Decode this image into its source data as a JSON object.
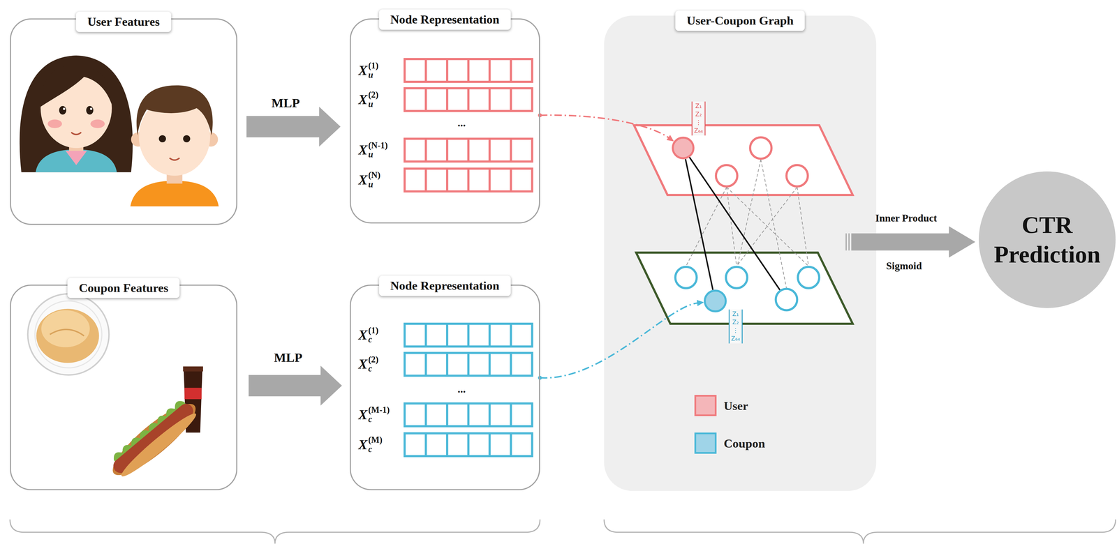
{
  "diagram": {
    "nodes": [
      {
        "text": [
          "User Features"
        ]
      },
      {
        "text": [
          "Node Representation"
        ]
      },
      {
        "text": [
          "User-Coupon Graph"
        ]
      },
      {
        "text": [
          "Z₁ Z₂ ⋮ Z₆₄"
        ],
        "in": 2
      },
      {
        "text": [
          "Z₁ Z₂ ⋮ Z₆₄"
        ],
        "in": 2
      },
      {
        "text": [
          "CTR Prediction"
        ]
      },
      {
        "text": [
          "Coupon Features"
        ]
      },
      {
        "text": [
          "Node Representation"
        ]
      }
    ],
    "edges": [
      {
        "from": 0,
        "to": 1,
        "arrow": "to",
        "label": "MLP"
      },
      {
        "from": 6,
        "to": 7,
        "arrow": "to",
        "label": "MLP"
      },
      {
        "from": 1,
        "to": 3,
        "arrow": "to"
      },
      {
        "from": 7,
        "to": 4,
        "arrow": "to"
      },
      {
        "from": 3,
        "to": 4,
        "arrow": "none"
      },
      {
        "from": 2,
        "to": 5,
        "arrow": "to",
        "label": "Inner Product"
      }
    ],
    "labels": [
      "X",
      "u",
      "(1)",
      "X",
      "u",
      "(2)",
      "...",
      "X",
      "u",
      "(N-1)",
      "X",
      "u",
      "(N)",
      "Sigmoid",
      "X",
      "c",
      "(1)",
      "X",
      "c",
      "(2)",
      "...",
      "X",
      "c",
      "(M-1)",
      "X",
      "c",
      "(M)"
    ],
    "legend": [
      {
        "text": "User",
        "color": "#f4b6b9"
      },
      {
        "text": "Coupon",
        "color": "#9fd4e8"
      }
    ]
  }
}
